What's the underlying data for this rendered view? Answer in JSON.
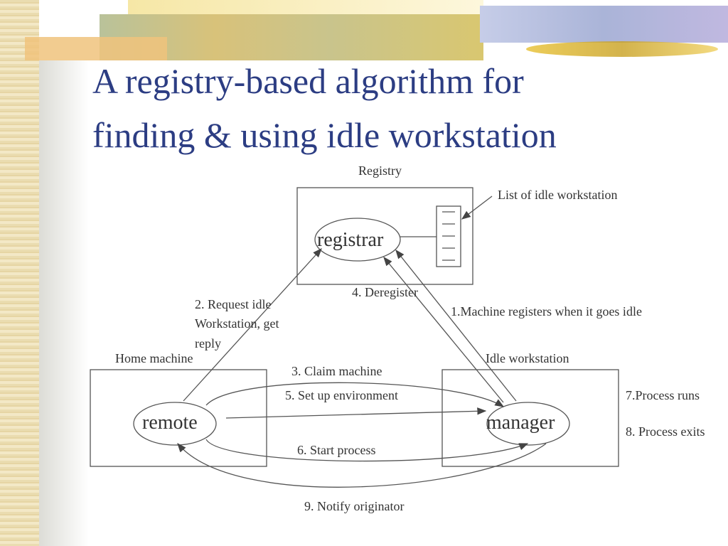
{
  "title_line1": "A registry-based algorithm for",
  "title_line2": "finding & using idle workstation",
  "diagram": {
    "registry_label": "Registry",
    "registrar": "registrar",
    "list_label": "List of idle workstation",
    "home_label": "Home machine",
    "idle_label": "Idle workstation",
    "remote": "remote",
    "manager": "manager",
    "step1": "1.Machine registers when it goes idle",
    "step2_l1": "2. Request idle",
    "step2_l2": "Workstation, get",
    "step2_l3": "reply",
    "step3": "3. Claim machine",
    "step4": "4. Deregister",
    "step5": "5. Set up environment",
    "step6": "6. Start process",
    "step7": "7.Process runs",
    "step8": "8. Process exits",
    "step9": "9. Notify originator"
  }
}
